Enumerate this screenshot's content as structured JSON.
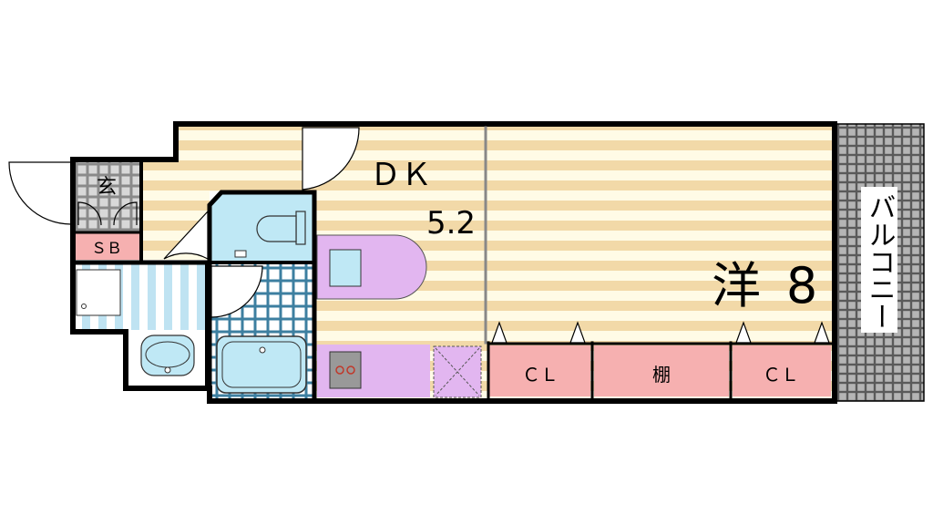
{
  "rooms": {
    "entrance": {
      "label": "玄"
    },
    "shoe_box": {
      "label": "ＳＢ"
    },
    "dining_kitchen": {
      "label": "ＤＫ",
      "size": "5.2"
    },
    "western_room": {
      "label": "洋",
      "size": "8"
    },
    "closet_left": {
      "label": "ＣＬ"
    },
    "shelf": {
      "label": "棚"
    },
    "closet_right": {
      "label": "ＣＬ"
    },
    "balcony": {
      "label": "バルコニー"
    }
  },
  "colors": {
    "wall": "#000000",
    "floor_stripe_a": "#f2d9a8",
    "floor_stripe_b": "#fffbe6",
    "wet_area": "#bfe8f5",
    "kitchen": "#e2b6f0",
    "closet": "#f6b0b0",
    "balcony": "#9a9a9a",
    "tile": "#3d7fa0",
    "hob": "#999999"
  }
}
